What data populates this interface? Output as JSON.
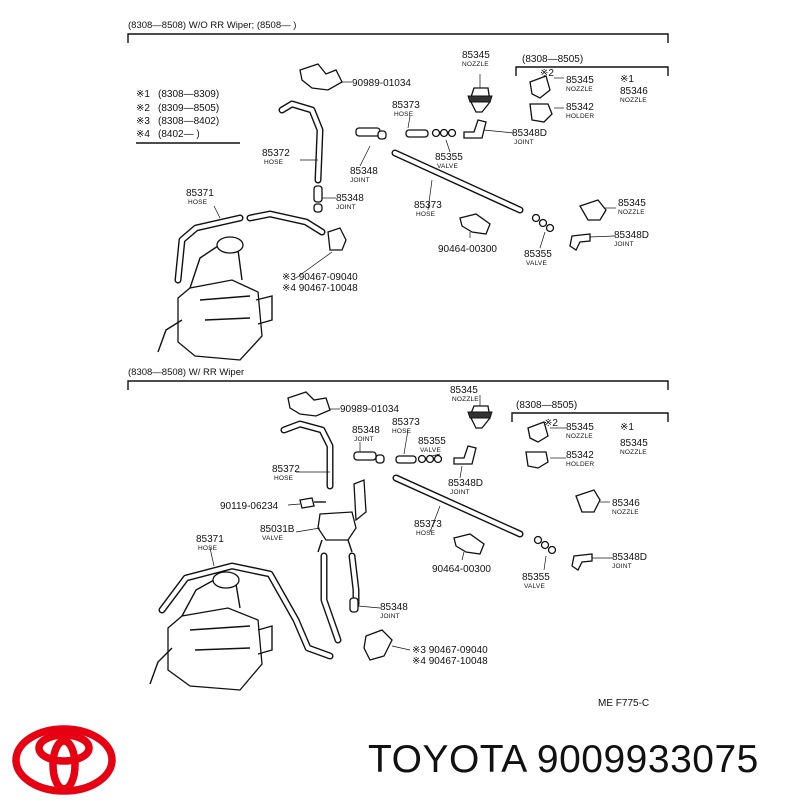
{
  "sections": {
    "top_header": "(8308—8508) W/O  RR  Wiper; (8508—          )",
    "bottom_header": "(8308—8508) W/  RR  Wiper",
    "top_inset_header": "(8308—8505)",
    "bottom_inset_header": "(8308—8505)"
  },
  "legend": [
    {
      "mark": "※1",
      "range": "(8308—8309)"
    },
    {
      "mark": "※2",
      "range": "(8309—8505)"
    },
    {
      "mark": "※3",
      "range": "(8308—8402)"
    },
    {
      "mark": "※4",
      "range": "(8402—          )"
    }
  ],
  "top_parts": {
    "p90989": "90989-01034",
    "p85345_top": "85345",
    "p85345_top_sub": "NOZZLE",
    "p85373_a": "85373",
    "p85373_a_sub": "HOSE",
    "p85372": "85372",
    "p85372_sub": "HOSE",
    "p85348_a": "85348",
    "p85348_a_sub": "JOINT",
    "p85355_a": "85355",
    "p85355_a_sub": "VALVE",
    "p85348d_a": "85348D",
    "p85348d_a_sub": "JOINT",
    "p85371": "85371",
    "p85371_sub": "HOSE",
    "p85348_b": "85348",
    "p85348_b_sub": "JOINT",
    "p85373_b": "85373",
    "p85373_b_sub": "HOSE",
    "p90464": "90464-00300",
    "p85355_b": "85355",
    "p85355_b_sub": "VALVE",
    "p85345_r": "85345",
    "p85345_r_sub": "NOZZLE",
    "p85348d_b": "85348D",
    "p85348d_b_sub": "JOINT",
    "p_x3": "※3 90467-09040",
    "p_x4": "※4 90467-10048",
    "inset_x2": "※2",
    "inset_85345": "85345",
    "inset_85345_sub": "NOZZLE",
    "inset_x1": "※1",
    "inset_85346": "85346",
    "inset_85346_sub": "NOZZLE",
    "inset_85342": "85342",
    "inset_85342_sub": "HOLDER"
  },
  "bottom_parts": {
    "p90989": "90989-01034",
    "p85345_top": "85345",
    "p85345_top_sub": "NOZZLE",
    "p85348_a": "85348",
    "p85348_a_sub": "JOINT",
    "p85373_a": "85373",
    "p85373_a_sub": "HOSE",
    "p85355_a": "85355",
    "p85355_a_sub": "VALVE",
    "p85348d_a": "85348D",
    "p85348d_a_sub": "JOINT",
    "p85372": "85372",
    "p85372_sub": "HOSE",
    "p90119": "90119-06234",
    "p85031b": "85031B",
    "p85031b_sub": "VALVE",
    "p85373_b": "85373",
    "p85373_b_sub": "HOSE",
    "p85371": "85371",
    "p85371_sub": "HOSE",
    "p90464": "90464-00300",
    "p85355_b": "85355",
    "p85355_b_sub": "VALVE",
    "p85348_b": "85348",
    "p85348_b_sub": "JOINT",
    "p_x3": "※3 90467-09040",
    "p_x4": "※4 90467-10048",
    "p85346": "85346",
    "p85346_sub": "NOZZLE",
    "p85348d_b": "85348D",
    "p85348d_b_sub": "JOINT",
    "inset_x2": "※2",
    "inset_85345": "85345",
    "inset_85345_sub": "NOZZLE",
    "inset_x1": "※1",
    "inset_85345b": "85345",
    "inset_85345b_sub": "NOZZLE",
    "inset_85342": "85342",
    "inset_85342_sub": "HOLDER"
  },
  "figure_code": "ME   F775-C",
  "brand_text": "TOYOTA 9009933075",
  "logo": {
    "icon": "toyota-logo-icon",
    "color": "#e60012"
  }
}
